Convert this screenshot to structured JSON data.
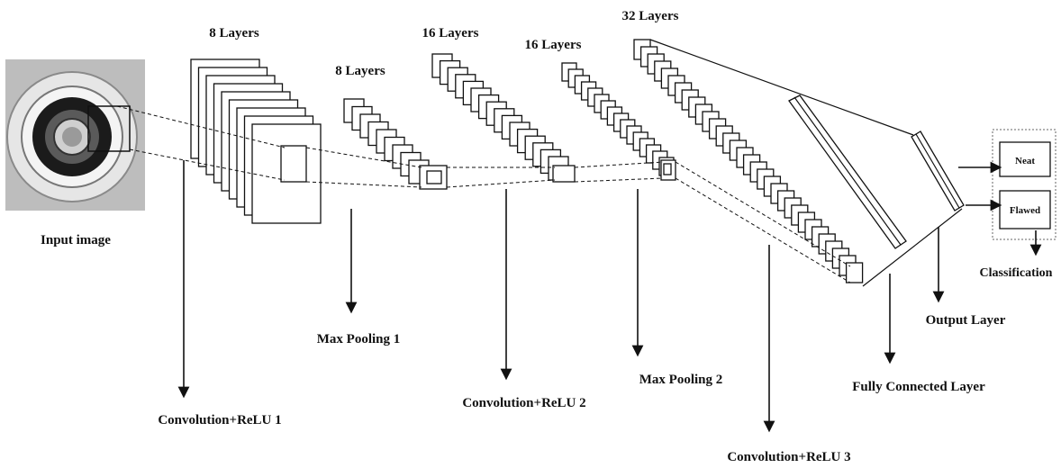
{
  "diagram": {
    "input_label": "Input image",
    "layers": [
      {
        "count_label": "8 Layers",
        "stage_label": "Convolution+ReLU 1"
      },
      {
        "count_label": "8 Layers",
        "stage_label": "Max Pooling 1"
      },
      {
        "count_label": "16 Layers",
        "stage_label": "Convolution+ReLU 2"
      },
      {
        "count_label": "16 Layers",
        "stage_label": "Max Pooling 2"
      },
      {
        "count_label": "32 Layers",
        "stage_label": "Convolution+ReLU 3"
      }
    ],
    "fully_connected_label": "Fully Connected Layer",
    "output_layer_label": "Output Layer",
    "classes": [
      "Neat",
      "Flawed"
    ],
    "classification_label": "Classification",
    "colors": {
      "ink": "#111111",
      "background": "#ffffff"
    }
  }
}
